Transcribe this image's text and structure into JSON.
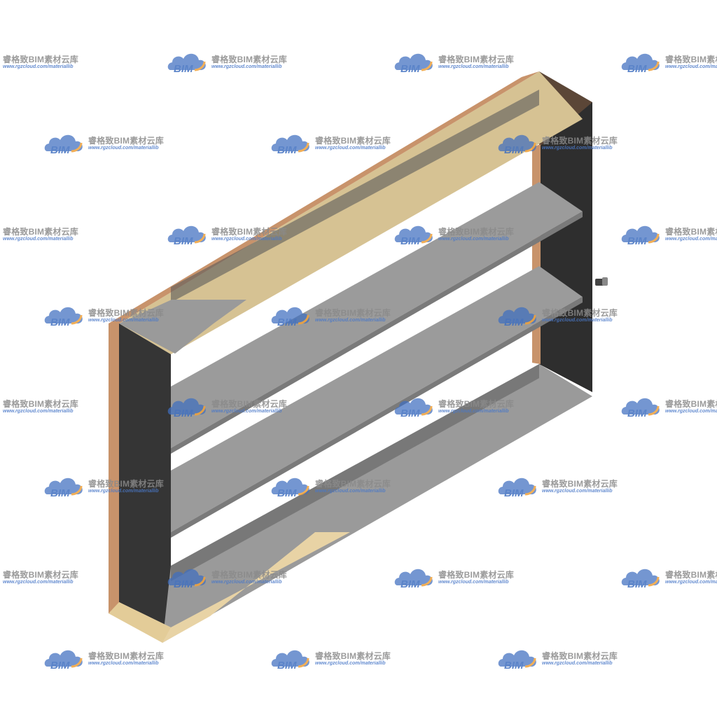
{
  "watermark": {
    "logo_text": "BIM",
    "title": "睿格致BIM素材云库",
    "url": "www.rgzcloud.com/materiallib"
  },
  "colors": {
    "frame_dark": "#3a3a3a",
    "frame_brown": "#5a4536",
    "shelf_gray": "#9a9a9a",
    "shelf_dark": "#6e6e6e",
    "tan": "#d9c495",
    "tan_light": "#ead4a6",
    "edge_copper": "#c8936b",
    "logo_blue": "#3f6fc0",
    "logo_orange": "#f0a23a"
  },
  "icons": {
    "cloud": "cloud-logo-icon",
    "knob": "knob-icon"
  }
}
